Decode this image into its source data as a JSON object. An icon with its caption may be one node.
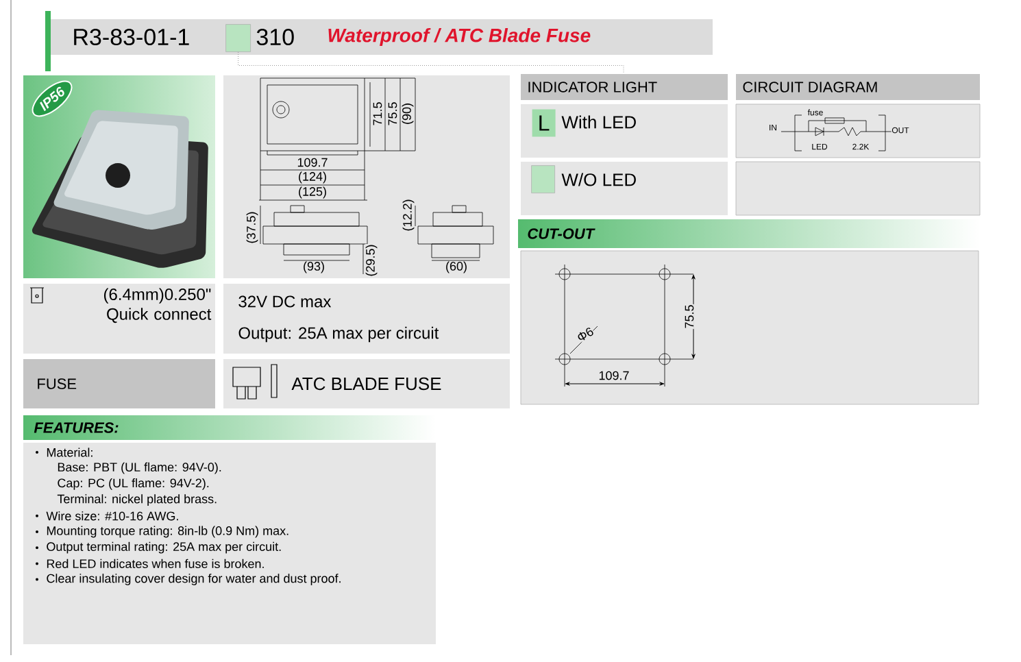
{
  "diagram": {
    "nodes": [
      {
        "text": [
          "R3-83-01-1",
          "310",
          "Waterproof / ATC Blade Fuse"
        ]
      },
      {
        "text": [],
        "shape": "box",
        "in": 0
      },
      {
        "text": [],
        "shape": "picture"
      },
      {
        "text": [
          "IP56"
        ]
      },
      {
        "text": [
          "(6.4mm)0.250\" Quick connect"
        ]
      },
      {
        "text": [
          "32V DC max",
          "Output: 25A max per circuit"
        ]
      },
      {
        "text": [
          "FUSE"
        ]
      },
      {
        "text": [
          "ATC BLADE FUSE"
        ]
      },
      {
        "text": [
          "INDICATOR LIGHT"
        ]
      },
      {
        "text": [
          "With LED"
        ]
      },
      {
        "text": [
          "L"
        ],
        "in": 9
      },
      {
        "text": [
          "W/O LED"
        ]
      },
      {
        "text": [],
        "shape": "box",
        "in": 11
      },
      {
        "text": [
          "CIRCUIT DIAGRAM"
        ]
      },
      {
        "text": [],
        "shape": "box"
      },
      {
        "text": [],
        "shape": "box"
      },
      {
        "text": [
          "CUT-OUT"
        ]
      },
      {
        "text": [],
        "shape": "box"
      },
      {
        "text": [
          "FEATURES:"
        ]
      },
      {
        "text": [
          "Material:",
          "Base: PBT (UL flame: 94V-0).",
          "Cap: PC (UL flame: 94V-2).",
          "Terminal: nickel plated brass.",
          "Wire size: #10-16 AWG.",
          "Mounting torque rating: 8in-lb (0.9 Nm) max.",
          "Output terminal rating: 25A max per circuit.",
          "Red LED indicates when fuse is broken.",
          "Clear insulating cover design for water and dust proof."
        ]
      }
    ],
    "edges": [
      {
        "from": 1,
        "to": 8,
        "arrow": "none",
        "style": "dashed"
      }
    ],
    "labels": [
      "71.5",
      "75.5",
      "(90)",
      "109.7",
      "(124)",
      "(125)",
      "(37.5)",
      "(93)",
      "(29.5)",
      "(12.2)",
      "(60)",
      "fuse",
      "IN",
      "OUT",
      "LED",
      "2.2K",
      "Φ6",
      "75.5",
      "109.7"
    ]
  }
}
